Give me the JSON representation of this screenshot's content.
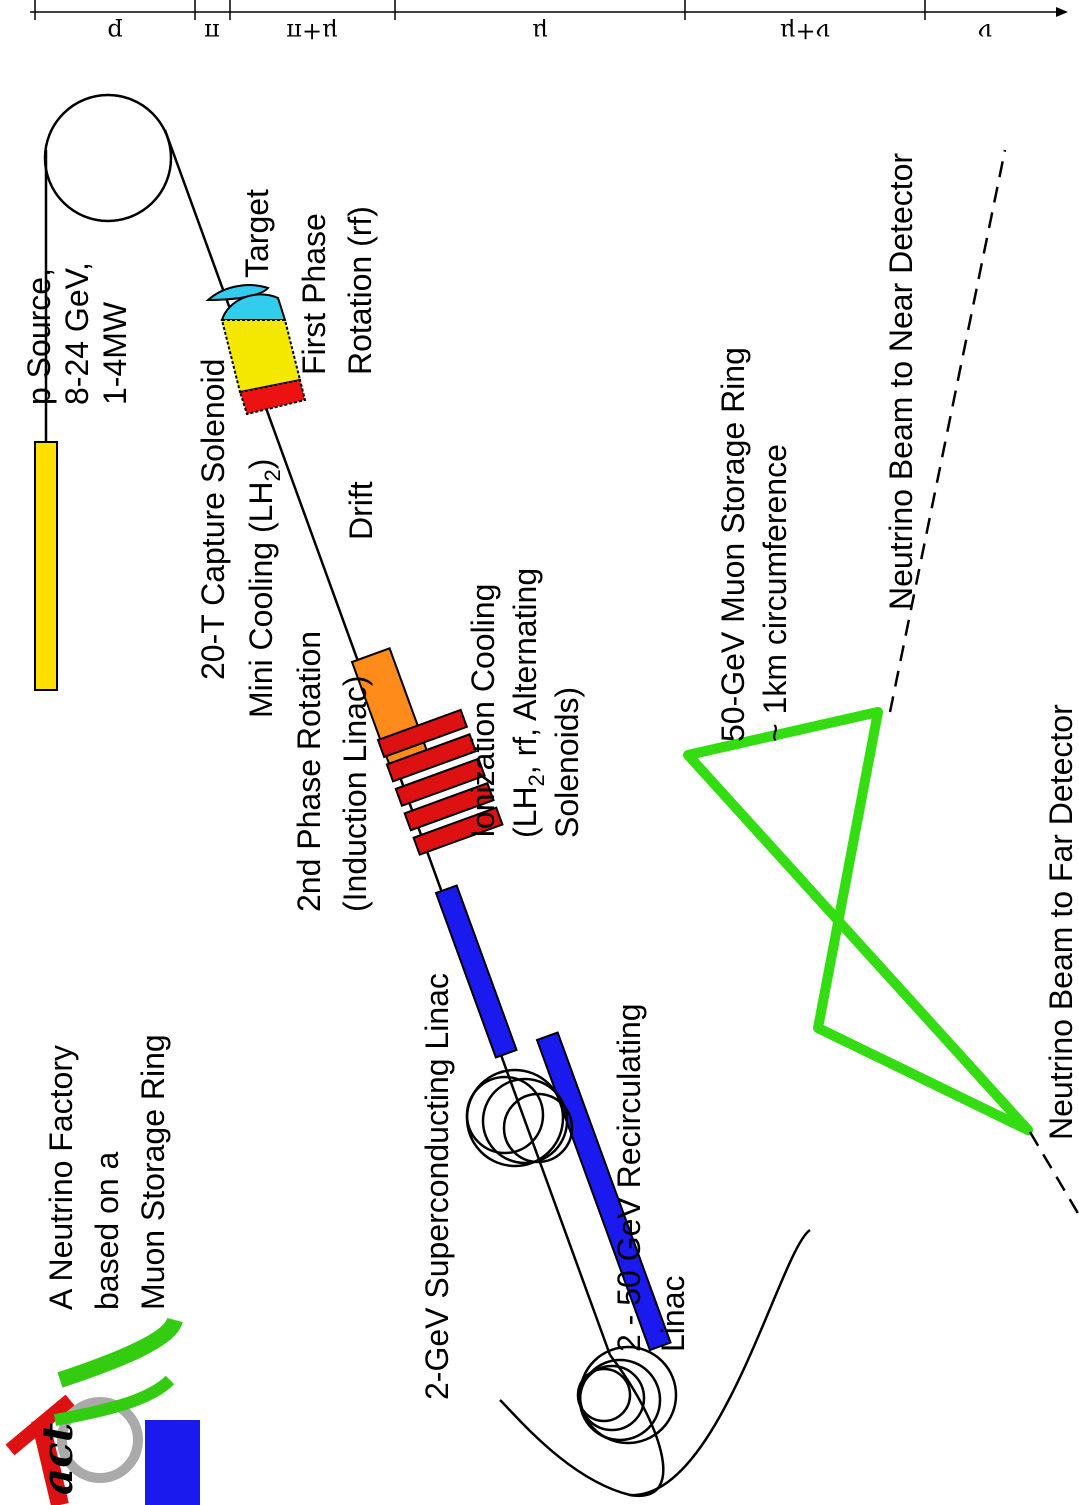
{
  "stages": [
    {
      "key": "p",
      "label": "p"
    },
    {
      "key": "pi",
      "label": "π"
    },
    {
      "key": "pi_mu",
      "label": "μ+π"
    },
    {
      "key": "mu",
      "label": "μ"
    },
    {
      "key": "mu_nu",
      "label": "ν+μ"
    },
    {
      "key": "nu",
      "label": "ν"
    }
  ],
  "title": [
    "A Neutrino Factory",
    "based on a",
    "Muon Storage Ring"
  ],
  "logo_text": "act",
  "labels": {
    "p_source": [
      "p Source,",
      "8-24 GeV,",
      "1-4MW"
    ],
    "target": "Target",
    "first_phase": [
      "First Phase",
      "Rotation (rf)"
    ],
    "capture": "20-T Capture Solenoid",
    "mini_cooling": "Mini Cooling (LH",
    "mini_cooling_sub": "2",
    "mini_cooling_end": ")",
    "drift": "Drift",
    "second_phase": [
      "2nd Phase Rotation",
      "(Induction Linac)"
    ],
    "ionization_1": "Ionization Cooling",
    "ionization_2a": "(LH",
    "ionization_2sub": "2",
    "ionization_2b": ", rf, Alternating",
    "ionization_3": "Solenoids)",
    "sc_linac": "2-GeV Superconducting Linac",
    "recirc": [
      "2 - 50 GeV Recirculating",
      "Linac"
    ],
    "storage": [
      "50-GeV Muon Storage Ring",
      "~ 1km circumference"
    ],
    "near": "Neutrino Beam to Near Detector",
    "far": "Neutrino Beam to Far Detector"
  },
  "colors": {
    "source": "#ffe000",
    "target": "#33ccee",
    "capture": "#f5e800",
    "mini": "#ee1111",
    "phase2": "#ff8c1a",
    "ionization": "#dd1111",
    "linac": "#1a1aee",
    "ring": "#33dd11"
  }
}
